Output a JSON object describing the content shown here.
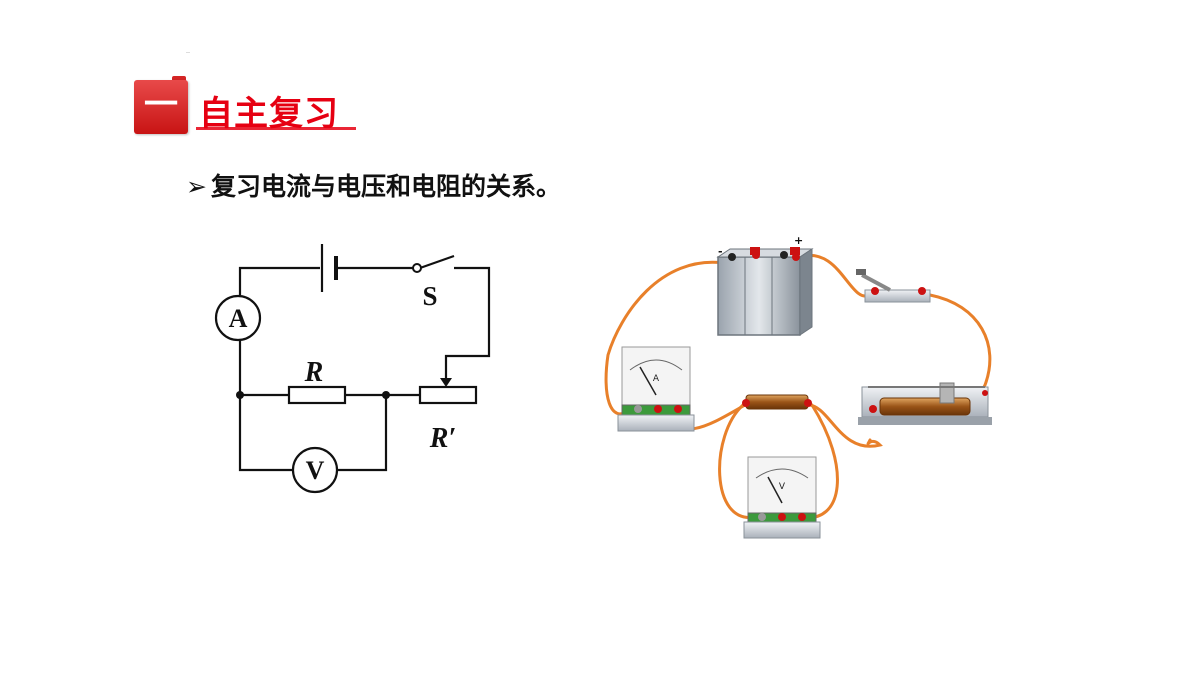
{
  "section": {
    "badge_glyph": "一",
    "title": "自主复习",
    "accent_color": "#e60012"
  },
  "subtitle": {
    "marker": "➢",
    "text": "复习电流与电压和电阻的关系。"
  },
  "circuit_diagram": {
    "ammeter": "A",
    "voltmeter": "V",
    "switch": "S",
    "resistor": "R",
    "rheostat": "R′"
  },
  "physical_setup": {
    "battery_neg": "-",
    "battery_pos": "+",
    "ammeter_letter": "A",
    "voltmeter_letter": "V",
    "wire_color": "#e8802a"
  }
}
